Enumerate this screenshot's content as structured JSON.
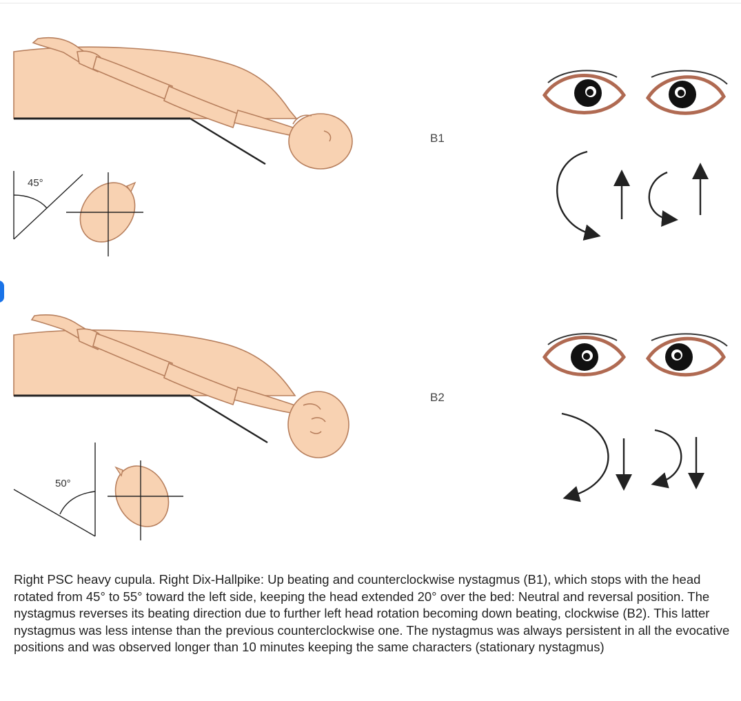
{
  "figure": {
    "panels": [
      {
        "label": "B1",
        "angle_label": "45°",
        "nystagmus": "up-beating, counterclockwise"
      },
      {
        "label": "B2",
        "angle_label": "50°",
        "nystagmus": "down-beating, clockwise"
      }
    ],
    "colors": {
      "skin": "#f8d2b2",
      "skin_stroke": "#b77f5d",
      "line": "#222222",
      "iris": "#111111",
      "accent_link": "#1a73e8"
    }
  },
  "caption": "Right PSC heavy cupula. Right Dix-Hallpike: Up beating and counterclockwise nystagmus (B1), which stops with the head rotated from 45° to 55° toward the left side, keeping the head extended 20° over the bed: Neutral and reversal position. The nystagmus reverses its beating direction due to further left head rotation becoming down beating, clockwise (B2). This latter nystagmus was less intense than the previous counterclockwise one. The nystagmus was always persistent in all the evocative positions and was observed longer than 10 minutes keeping the same characters (stationary nystagmus)"
}
